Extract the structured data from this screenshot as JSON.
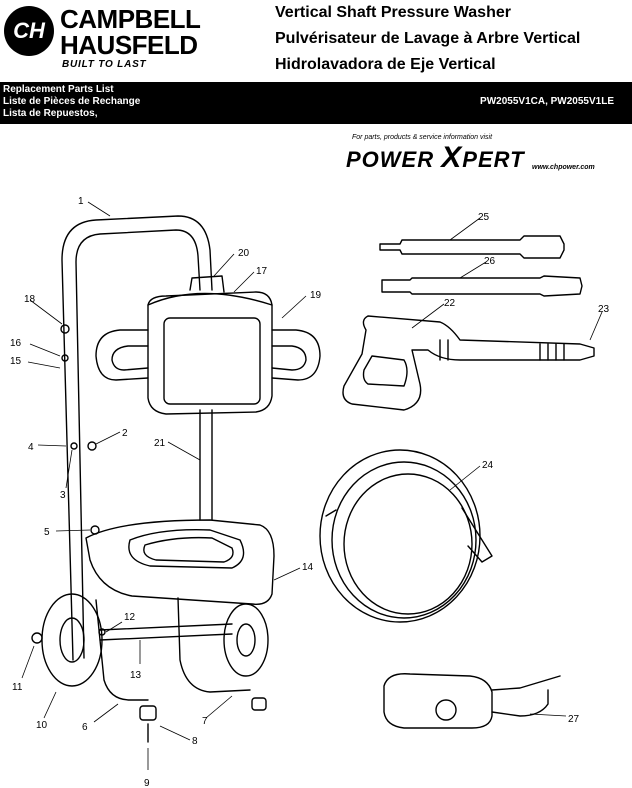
{
  "brand": {
    "logo_initials": "CH",
    "name_line1": "CAMPBELL",
    "name_line2": "HAUSFELD",
    "tagline": "BUILT TO LAST"
  },
  "titles": [
    "Vertical Shaft Pressure Washer",
    "Pulvérisateur de Lavage à Arbre Vertical",
    "Hidrolavadora de Eje Vertical"
  ],
  "parts_list": {
    "lines": [
      "Replacement Parts List",
      "Liste de Pièces de Rechange",
      "Lista de Repuestos,"
    ],
    "models": "PW2055V1CA, PW2055V1LE"
  },
  "powerxpert": {
    "tagline": "For parts, products & service information visit",
    "logo_power": "POWER",
    "logo_x": "X",
    "logo_pert": "PERT",
    "url": "www.chpower.com"
  },
  "callouts": [
    {
      "n": "1"
    },
    {
      "n": "2"
    },
    {
      "n": "3"
    },
    {
      "n": "4"
    },
    {
      "n": "5"
    },
    {
      "n": "6"
    },
    {
      "n": "7"
    },
    {
      "n": "8"
    },
    {
      "n": "9"
    },
    {
      "n": "10"
    },
    {
      "n": "11"
    },
    {
      "n": "12"
    },
    {
      "n": "13"
    },
    {
      "n": "14"
    },
    {
      "n": "15"
    },
    {
      "n": "16"
    },
    {
      "n": "17"
    },
    {
      "n": "18"
    },
    {
      "n": "19"
    },
    {
      "n": "20"
    },
    {
      "n": "21"
    },
    {
      "n": "22"
    },
    {
      "n": "23"
    },
    {
      "n": "24"
    },
    {
      "n": "25"
    },
    {
      "n": "26"
    },
    {
      "n": "27"
    }
  ]
}
